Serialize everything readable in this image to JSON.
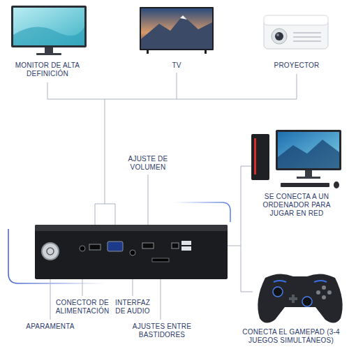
{
  "diagram": {
    "labels": [
      "MONITOR DE ALTA DEFINICIÓN",
      "TV",
      "PROYECTOR",
      "AJUSTE DE VOLUMEN",
      "SE CONECTA A UN ORDENADOR PARA JUGAR EN RED",
      "CONECTOR DE ALIMENTACIÓN",
      "INTERFAZ DE AUDIO",
      "APARAMENTA",
      "AJUSTES ENTRE BASTIDORES",
      "CONECTA EL GAMEPAD (3-4 JUEGOS SIMULTÁNEOS)"
    ]
  }
}
